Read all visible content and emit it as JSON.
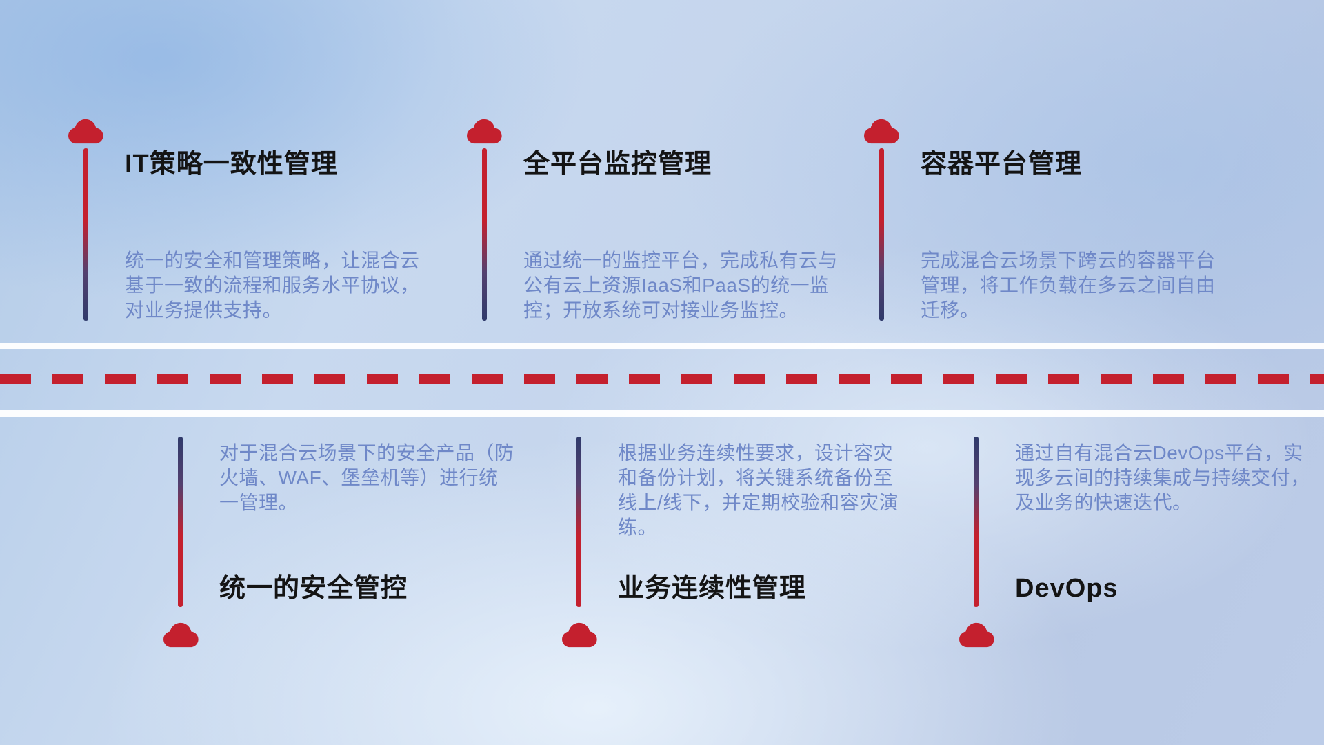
{
  "items": {
    "top": [
      {
        "title": "IT策略一致性管理",
        "desc": "统一的安全和管理策略，让混合云基于一致的流程和服务水平协议，对业务提供支持。"
      },
      {
        "title": "全平台监控管理",
        "desc": "通过统一的监控平台，完成私有云与公有云上资源IaaS和PaaS的统一监控；开放系统可对接业务监控。"
      },
      {
        "title": "容器平台管理",
        "desc": "完成混合云场景下跨云的容器平台管理，将工作负载在多云之间自由迁移。"
      }
    ],
    "bottom": [
      {
        "title": "统一的安全管控",
        "desc": "对于混合云场景下的安全产品（防火墙、WAF、堡垒机等）进行统一管理。"
      },
      {
        "title": "业务连续性管理",
        "desc": "根据业务连续性要求，设计容灾和备份计划，将关键系统备份至线上/线下，并定期校验和容灾演练。"
      },
      {
        "title": "DevOps",
        "desc": "通过自有混合云DevOps平台，实现多云间的持续集成与持续交付，及业务的快速迭代。"
      }
    ]
  },
  "colors": {
    "accent_red": "#c4202e",
    "line_navy": "#2f3a6b",
    "desc_blue": "#6f88c8",
    "title_dark": "#141414",
    "road_white": "#f5f7fa"
  },
  "icons": {
    "cloud": "cloud-icon"
  }
}
